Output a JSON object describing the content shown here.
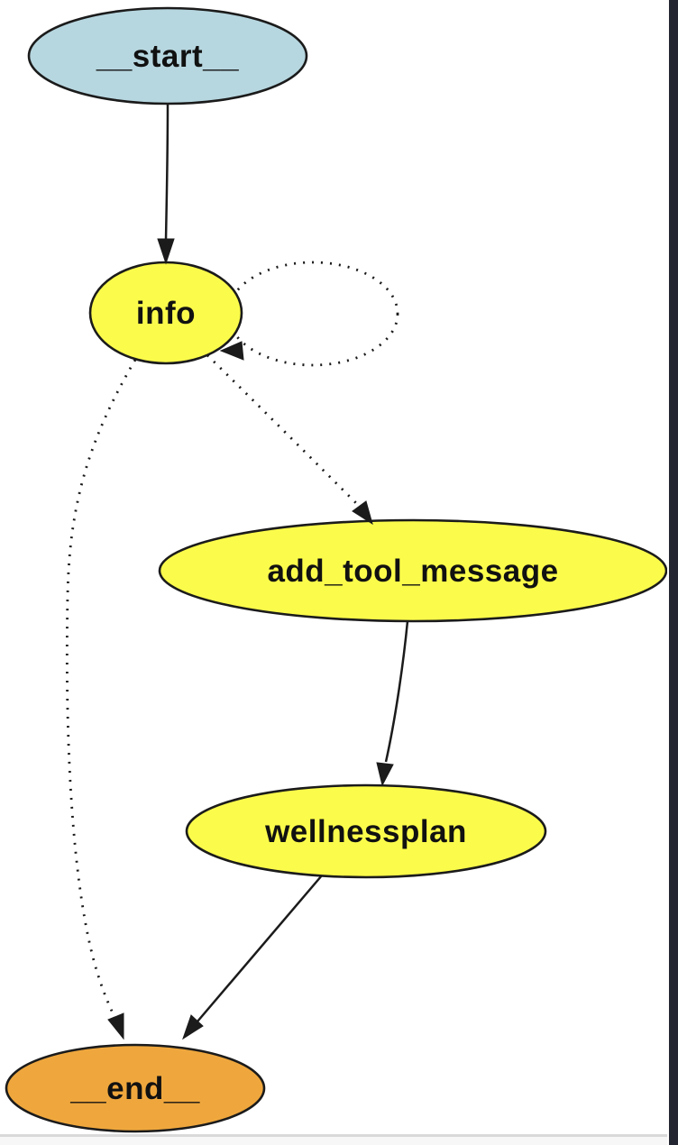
{
  "window": {
    "background": "#ffffff",
    "scrollbar_color": "#232630",
    "divider_color": "#d9d9d9"
  },
  "diagram": {
    "type": "state-graph",
    "nodes": {
      "start": {
        "label": "__start__",
        "fill": "#b7d7e0",
        "shape": "ellipse"
      },
      "info": {
        "label": "info",
        "fill": "#fbfb4b",
        "shape": "ellipse"
      },
      "add_tool_message": {
        "label": "add_tool_message",
        "fill": "#fbfb4b",
        "shape": "ellipse"
      },
      "wellnessplan": {
        "label": "wellnessplan",
        "fill": "#fbfb4b",
        "shape": "ellipse"
      },
      "end": {
        "label": "__end__",
        "fill": "#efa73d",
        "shape": "ellipse"
      }
    },
    "edges": [
      {
        "from": "__start__",
        "to": "info",
        "style": "solid"
      },
      {
        "from": "info",
        "to": "info",
        "style": "dotted"
      },
      {
        "from": "info",
        "to": "add_tool_message",
        "style": "dotted"
      },
      {
        "from": "info",
        "to": "__end__",
        "style": "dotted"
      },
      {
        "from": "add_tool_message",
        "to": "wellnessplan",
        "style": "solid"
      },
      {
        "from": "wellnessplan",
        "to": "__end__",
        "style": "solid"
      }
    ],
    "colors": {
      "node_border": "#1b1b1b",
      "edge": "#1b1b1b"
    }
  }
}
